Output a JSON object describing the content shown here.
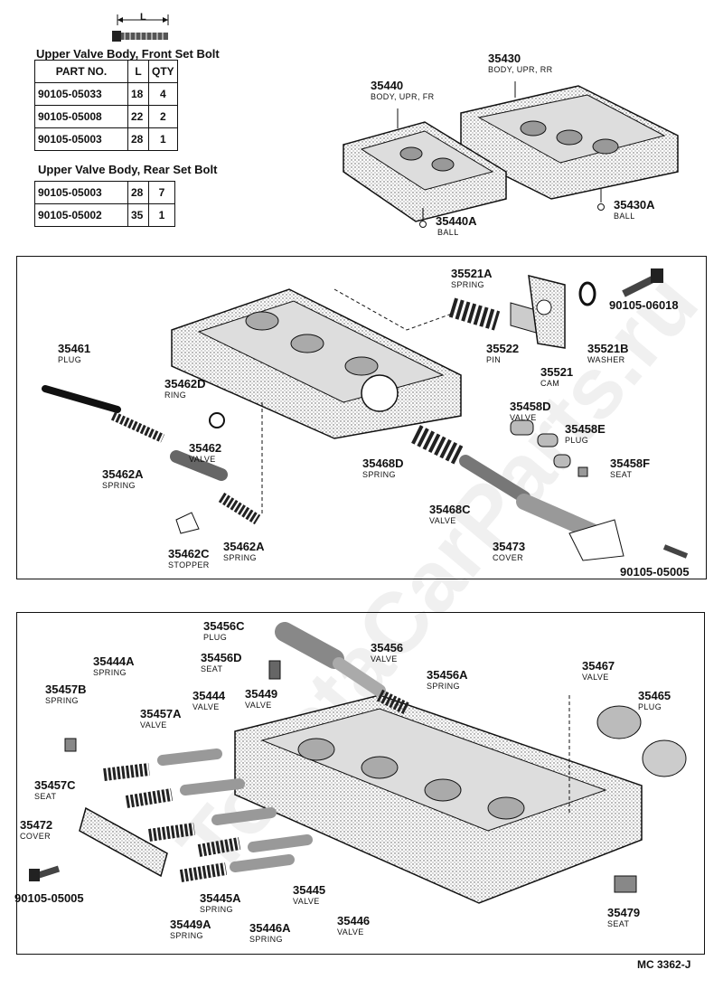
{
  "front_table": {
    "title": "Upper Valve Body, Front Set Bolt",
    "headers": [
      "PART NO.",
      "L",
      "QTY"
    ],
    "rows": [
      [
        "90105-05033",
        "18",
        "4"
      ],
      [
        "90105-05008",
        "22",
        "2"
      ],
      [
        "90105-05003",
        "28",
        "1"
      ]
    ]
  },
  "rear_table": {
    "title": "Upper Valve Body, Rear Set Bolt",
    "rows": [
      [
        "90105-05003",
        "28",
        "7"
      ],
      [
        "90105-05002",
        "35",
        "1"
      ]
    ]
  },
  "bolt_dim_label": "L",
  "top_parts": {
    "p35430": "35430",
    "p35430_desc": "BODY, UPR, RR",
    "p35440": "35440",
    "p35440_desc": "BODY, UPR, FR",
    "p35440A": "35440A",
    "p35440A_desc": "BALL",
    "p35430A": "35430A",
    "p35430A_desc": "BALL"
  },
  "mid_parts": {
    "p35521A": "35521A",
    "p35521A_desc": "SPRING",
    "p90105_06018": "90105-06018",
    "p35461": "35461",
    "p35461_desc": "PLUG",
    "p35522": "35522",
    "p35522_desc": "PIN",
    "p35521B": "35521B",
    "p35521B_desc": "WASHER",
    "p35521": "35521",
    "p35521_desc": "CAM",
    "p35462D": "35462D",
    "p35462D_desc": "RING",
    "p35458D": "35458D",
    "p35458D_desc": "VALVE",
    "p35458E": "35458E",
    "p35458E_desc": "PLUG",
    "p35462": "35462",
    "p35462_desc": "VALVE",
    "p35468D": "35468D",
    "p35468D_desc": "SPRING",
    "p35458F": "35458F",
    "p35458F_desc": "SEAT",
    "p35462A_1": "35462A",
    "p35462A_1_desc": "SPRING",
    "p35468C": "35468C",
    "p35468C_desc": "VALVE",
    "p35473": "35473",
    "p35473_desc": "COVER",
    "p35462C": "35462C",
    "p35462C_desc": "STOPPER",
    "p35462A_2": "35462A",
    "p35462A_2_desc": "SPRING",
    "p90105_05005_m": "90105-05005"
  },
  "bot_parts": {
    "p35456C": "35456C",
    "p35456C_desc": "PLUG",
    "p35456": "35456",
    "p35456_desc": "VALVE",
    "p35456D": "35456D",
    "p35456D_desc": "SEAT",
    "p35444A": "35444A",
    "p35444A_desc": "SPRING",
    "p35456A": "35456A",
    "p35456A_desc": "SPRING",
    "p35467": "35467",
    "p35467_desc": "VALVE",
    "p35457B": "35457B",
    "p35457B_desc": "SPRING",
    "p35444": "35444",
    "p35444_desc": "VALVE",
    "p35449": "35449",
    "p35449_desc": "VALVE",
    "p35465": "35465",
    "p35465_desc": "PLUG",
    "p35457A": "35457A",
    "p35457A_desc": "VALVE",
    "p35457C": "35457C",
    "p35457C_desc": "SEAT",
    "p35472": "35472",
    "p35472_desc": "COVER",
    "p90105_05005_b": "90105-05005",
    "p35445A": "35445A",
    "p35445A_desc": "SPRING",
    "p35445": "35445",
    "p35445_desc": "VALVE",
    "p35479": "35479",
    "p35479_desc": "SEAT",
    "p35449A": "35449A",
    "p35449A_desc": "SPRING",
    "p35446A": "35446A",
    "p35446A_desc": "SPRING",
    "p35446": "35446",
    "p35446_desc": "VALVE"
  },
  "diagram_code": "MC 3362-J",
  "watermark": "ToyotaCarParts.ru"
}
